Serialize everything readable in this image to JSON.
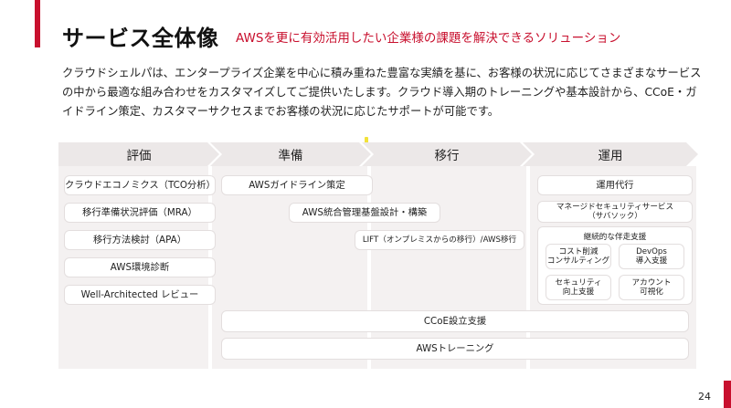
{
  "header": {
    "title": "サービス全体像",
    "subtitle": "AWSを更に有効活用したい企業様の課題を解決できるソリューション"
  },
  "description": "クラウドシェルパは、エンタープライズ企業を中心に積み重ねた豊富な実績を基に、お客様の状況に応じてさまざまなサービスの中から最適な組み合わせをカスタマイズしてご提供いたします。クラウド導入期のトレーニングや基本設計から、CCoE・ガイドライン策定、カスタマーサクセスまでお客様の状況に応じたサポートが可能です。",
  "phases": [
    "評価",
    "準備",
    "移行",
    "運用"
  ],
  "evaluation": [
    "クラウドエコノミクス（TCO分析）",
    "移行準備状況評価（MRA）",
    "移行方法検討（APA）",
    "AWS環境診断",
    "Well-Architected レビュー"
  ],
  "preparation": [
    "AWSガイドライン策定",
    "AWS統合管理基盤設計・構築"
  ],
  "migration": [
    "LIFT（オンプレミスからの移行）/AWS移行"
  ],
  "operation": {
    "items": [
      "運用代行",
      "マネージドセキュリティサービス\n（サバソック）"
    ],
    "group_title": "継続的な伴走支援",
    "group_items": [
      "コスト削減\nコンサルティング",
      "DevOps\n導入支援",
      "セキュリティ\n向上支援",
      "アカウント\n可視化"
    ]
  },
  "spanning": [
    "CCoE設立支援",
    "AWSトレーニング"
  ],
  "page_number": "24",
  "colors": {
    "accent": "#c8102e",
    "phase_bg": "#ece8e8",
    "column_bg": "#f4f1f1"
  }
}
